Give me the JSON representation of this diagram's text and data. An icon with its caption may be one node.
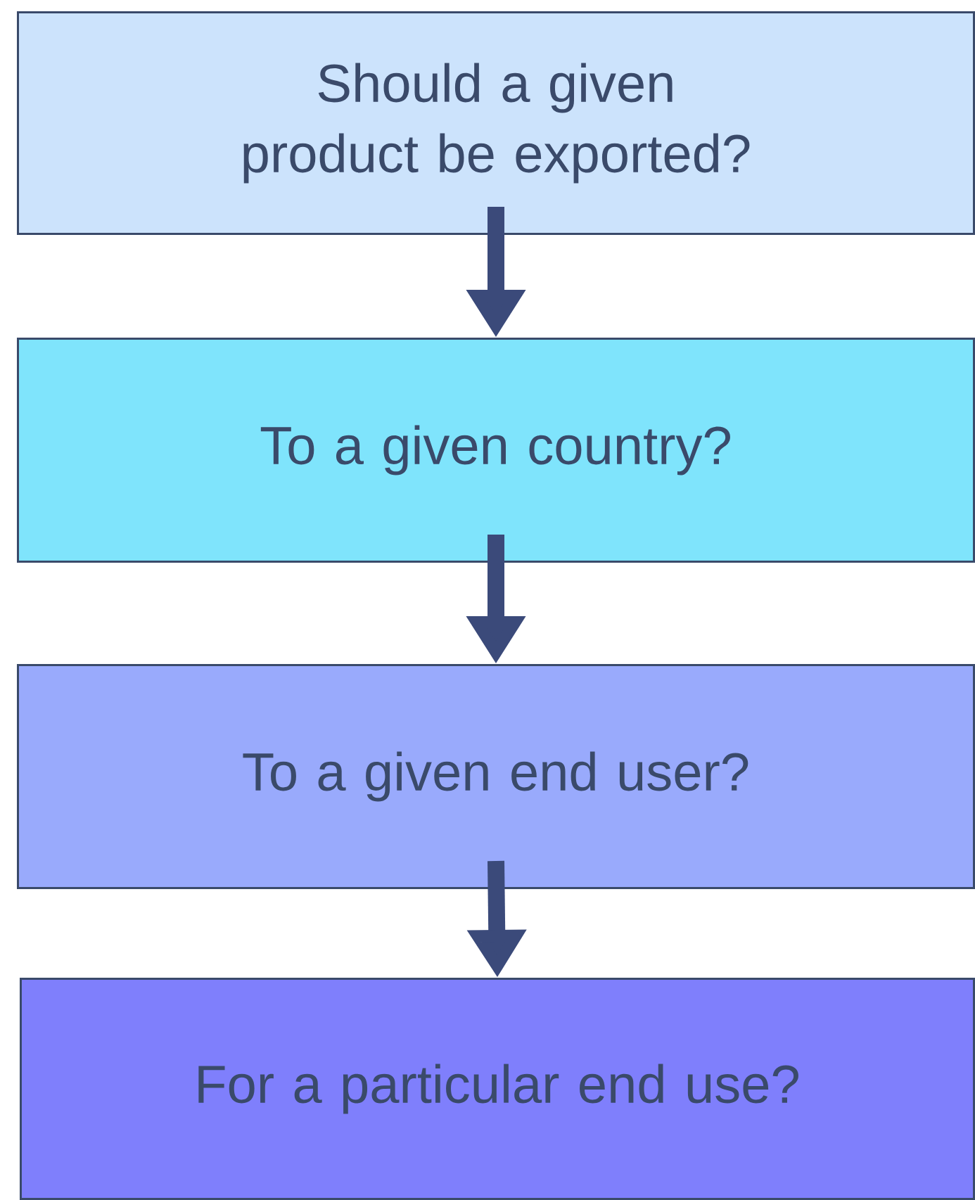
{
  "diagram": {
    "nodes": [
      {
        "text": [
          "Should a given product be exported?"
        ]
      },
      {
        "text": [
          "To a given country?"
        ]
      },
      {
        "text": [
          "To a given end user?"
        ]
      },
      {
        "text": [
          "For a particular end use?"
        ]
      }
    ],
    "edges": [
      {
        "from": 0,
        "to": 1,
        "arrow": "to"
      },
      {
        "from": 1,
        "to": 2,
        "arrow": "to"
      },
      {
        "from": 2,
        "to": 3,
        "arrow": "to"
      }
    ]
  }
}
